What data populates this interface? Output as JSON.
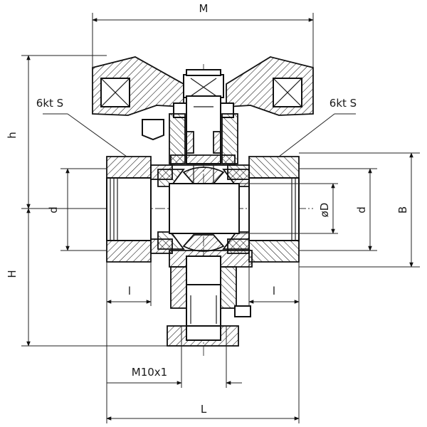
{
  "labels": {
    "M": "M",
    "h": "h",
    "H": "H",
    "d_left": "d",
    "d_right": "d",
    "phiD": "øD",
    "B": "B",
    "hex_left": "6kt S",
    "hex_right": "6kt S",
    "l_left": "l",
    "l_right": "l",
    "thread": "M10x1",
    "L": "L"
  }
}
